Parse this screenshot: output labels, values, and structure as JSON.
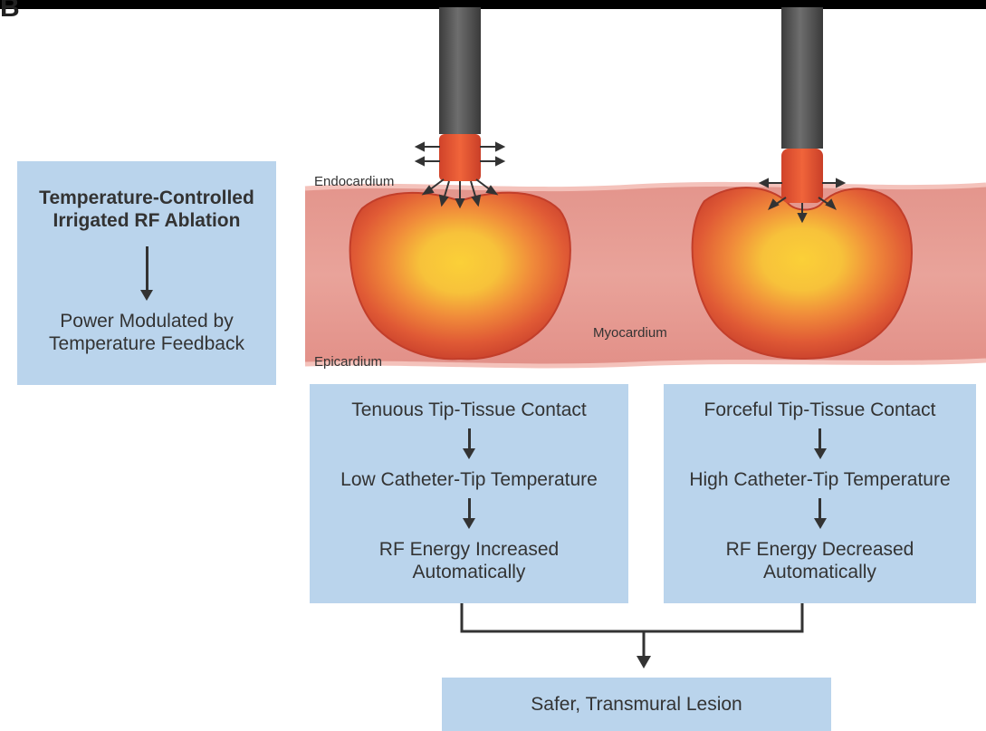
{
  "panel_label": "B",
  "left_box": {
    "title_line1": "Temperature-Controlled",
    "title_line2": "Irrigated RF Ablation",
    "result_line1": "Power Modulated by",
    "result_line2": "Temperature Feedback"
  },
  "tissue_labels": {
    "endocardium": "Endocardium",
    "myocardium": "Myocardium",
    "epicardium": "Epicardium"
  },
  "tenuous_box": {
    "step1": "Tenuous Tip-Tissue Contact",
    "step2": "Low Catheter-Tip Temperature",
    "step3_line1": "RF Energy Increased",
    "step3_line2": "Automatically"
  },
  "forceful_box": {
    "step1": "Forceful Tip-Tissue Contact",
    "step2": "High Catheter-Tip Temperature",
    "step3_line1": "RF Energy Decreased",
    "step3_line2": "Automatically"
  },
  "outcome_box": {
    "label": "Safer, Transmural Lesion"
  },
  "colors": {
    "box_fill": "#bad4ec",
    "tissue": "#e89a92",
    "tissue_edge": "#f4c2bb",
    "lesion_outer": "#d94a30",
    "lesion_core": "#f7c23a",
    "catheter": "#5f5f5f",
    "catheter_tip": "#e4502f",
    "arrow": "#333333"
  }
}
